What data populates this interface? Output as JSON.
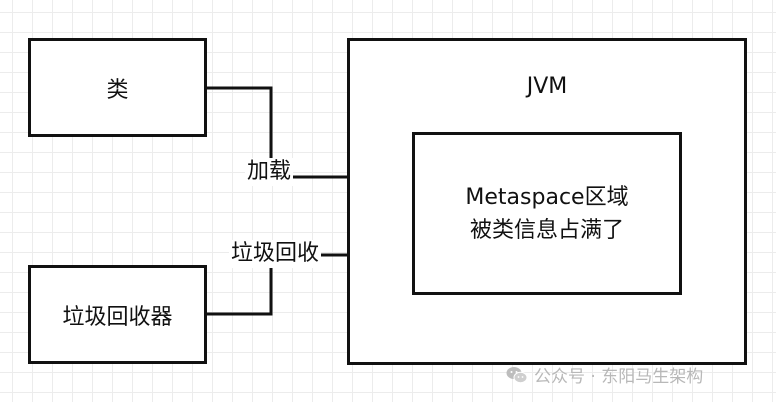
{
  "nodes": {
    "class_box": "类",
    "gc_box": "垃圾回收器",
    "jvm_title": "JVM",
    "metaspace_line1": "Metaspace区域",
    "metaspace_line2": "被类信息占满了"
  },
  "edges": {
    "load_label": "加载",
    "gc_label": "垃圾回收"
  },
  "watermark": {
    "text": "公众号 · 东阳马生架构",
    "icon": "wechat-icon"
  },
  "colors": {
    "stroke": "#111111",
    "grid": "#ececec",
    "watermark": "#b8b8b8"
  }
}
